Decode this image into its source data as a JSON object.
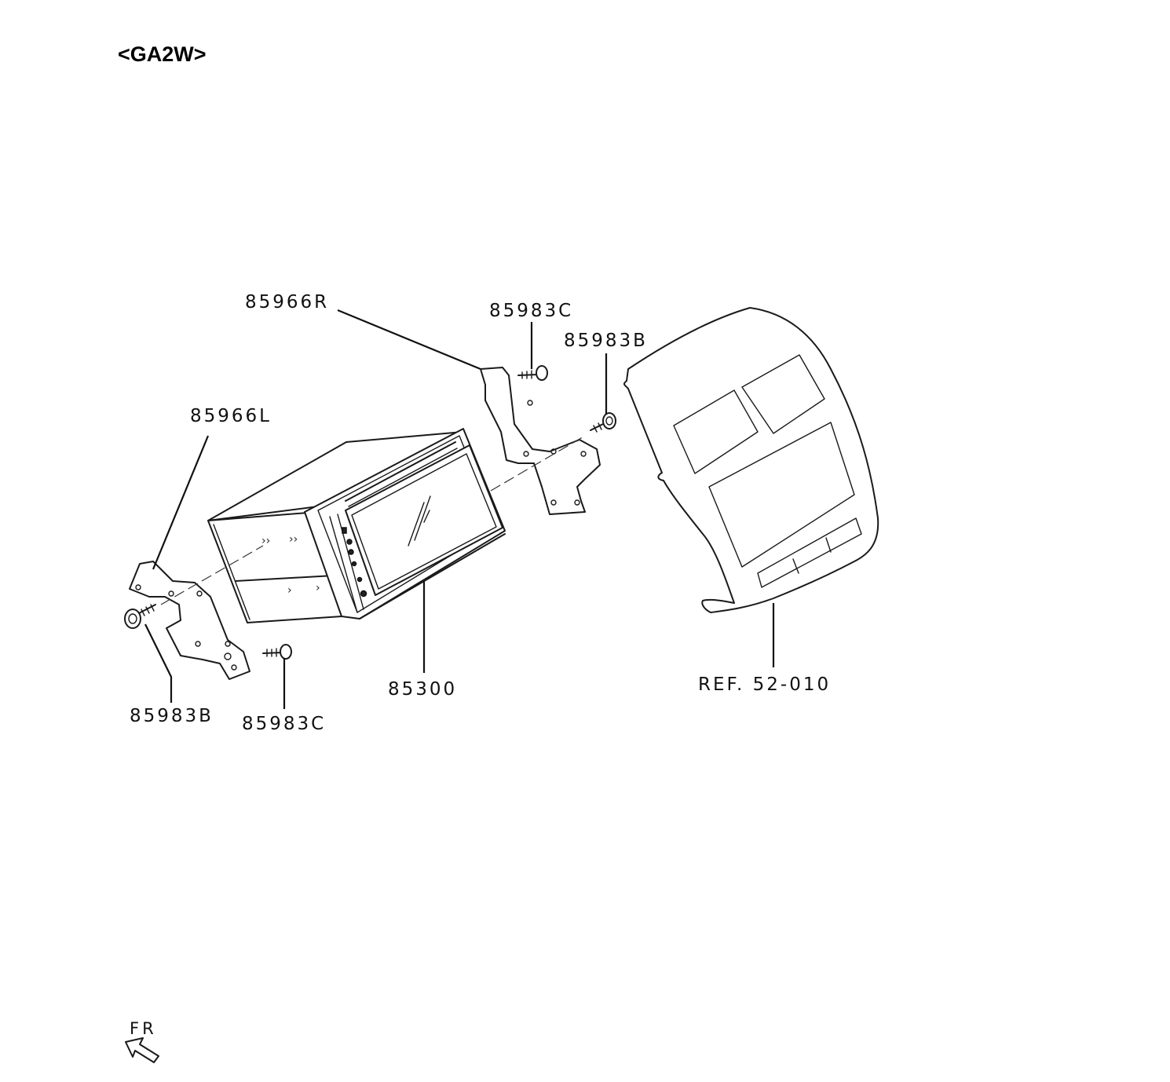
{
  "title": "<GA2W>",
  "labels": {
    "bracket_r": "85966R",
    "screw_c_top": "85983C",
    "screw_b_top": "85983B",
    "bracket_l": "85966L",
    "screw_b_bottom": "85983B",
    "screw_c_bottom": "85983C",
    "unit": "85300",
    "panel_ref": "REF. 52-010"
  },
  "direction": {
    "label": "FR",
    "icon": "arrow-up-left-icon"
  }
}
